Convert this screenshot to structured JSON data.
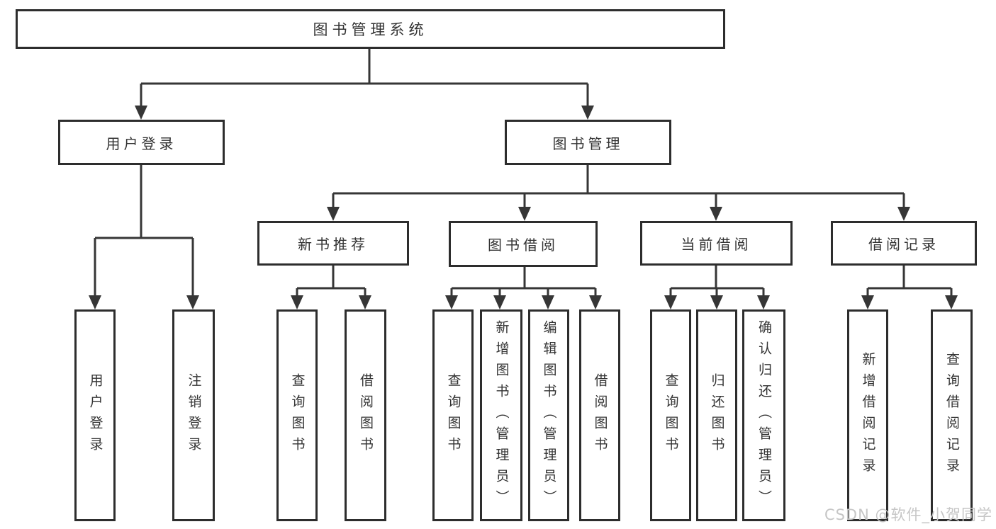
{
  "diagram": {
    "root": {
      "label": "图书管理系统"
    },
    "level2": {
      "user_login": {
        "label": "用户登录"
      },
      "book_mgmt": {
        "label": "图书管理"
      }
    },
    "level3": {
      "new_book_rec": {
        "label": "新书推荐"
      },
      "book_borrow": {
        "label": "图书借阅"
      },
      "current_borrow": {
        "label": "当前借阅"
      },
      "borrow_records": {
        "label": "借阅记录"
      }
    },
    "leaves": {
      "login": {
        "label": "用户登录"
      },
      "logout": {
        "label": "注销登录"
      },
      "rec_query_books": {
        "label": "查询图书"
      },
      "rec_borrow_books": {
        "label": "借阅图书"
      },
      "bb_query_books": {
        "label": "查询图书"
      },
      "bb_add_books": {
        "label": "新增图书（管理员）"
      },
      "bb_edit_books": {
        "label": "编辑图书（管理员）"
      },
      "bb_borrow_books": {
        "label": "借阅图书"
      },
      "cb_query_books": {
        "label": "查询图书"
      },
      "cb_return_books": {
        "label": "归还图书"
      },
      "cb_confirm_return": {
        "label": "确认归还（管理员）"
      },
      "br_add_record": {
        "label": "新增借阅记录"
      },
      "br_query_record": {
        "label": "查询借阅记录"
      }
    }
  },
  "watermark": {
    "text": "CSDN @软件_小贺同学"
  },
  "colors": {
    "background": "#ffffff",
    "box_border": "#2d2d2d",
    "connector": "#363636",
    "text": "#333333",
    "watermark": "#c6c6c6"
  }
}
